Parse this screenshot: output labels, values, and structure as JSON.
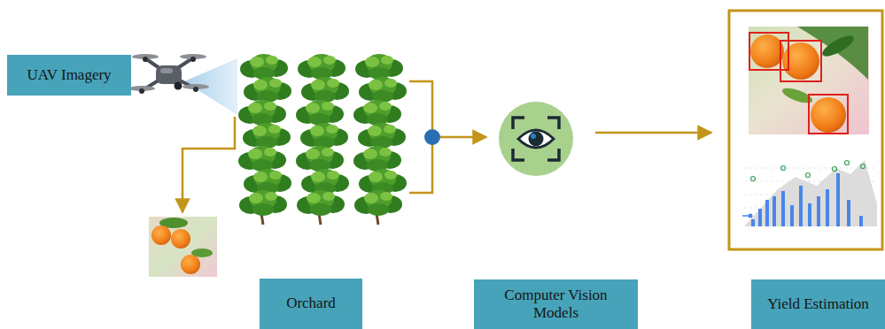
{
  "diagram": {
    "nodes": [
      {
        "text": [
          "UAV Imagery"
        ]
      },
      {
        "text": [
          "Orchard"
        ]
      },
      {
        "text": [
          "Computer Vision Models"
        ]
      },
      {
        "text": [
          "Yield Estimation"
        ]
      }
    ]
  }
}
